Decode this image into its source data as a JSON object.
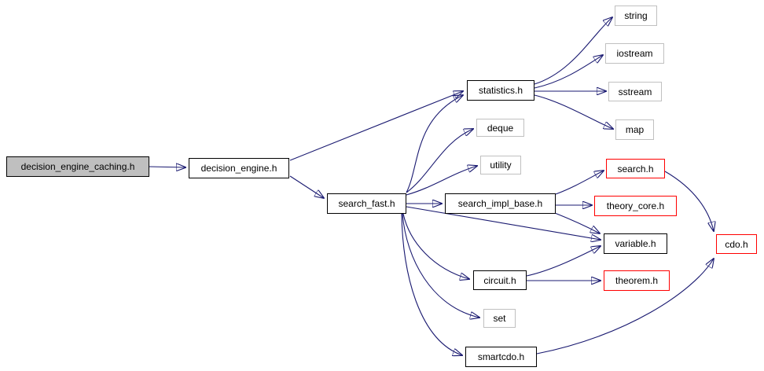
{
  "graph": {
    "type": "include-dependency-graph",
    "colors": {
      "edge": "#191970",
      "node_border": "#000000",
      "external_border": "#c0c0c0",
      "truncated_border": "#ff0000",
      "root_fill": "#bfbfbf",
      "node_fill": "#ffffff",
      "text": "#000000",
      "background": "#ffffff"
    },
    "nodes": [
      {
        "id": "decision_engine_caching",
        "label": "decision_engine_caching.h",
        "kind": "root"
      },
      {
        "id": "decision_engine",
        "label": "decision_engine.h",
        "kind": "internal"
      },
      {
        "id": "search_fast",
        "label": "search_fast.h",
        "kind": "internal"
      },
      {
        "id": "statistics",
        "label": "statistics.h",
        "kind": "internal"
      },
      {
        "id": "deque",
        "label": "deque",
        "kind": "external"
      },
      {
        "id": "utility",
        "label": "utility",
        "kind": "external"
      },
      {
        "id": "search_impl_base",
        "label": "search_impl_base.h",
        "kind": "internal"
      },
      {
        "id": "search",
        "label": "search.h",
        "kind": "truncated"
      },
      {
        "id": "theory_core",
        "label": "theory_core.h",
        "kind": "truncated"
      },
      {
        "id": "variable",
        "label": "variable.h",
        "kind": "internal"
      },
      {
        "id": "circuit",
        "label": "circuit.h",
        "kind": "internal"
      },
      {
        "id": "theorem",
        "label": "theorem.h",
        "kind": "truncated"
      },
      {
        "id": "set",
        "label": "set",
        "kind": "external"
      },
      {
        "id": "smartcdo",
        "label": "smartcdo.h",
        "kind": "internal"
      },
      {
        "id": "cdo",
        "label": "cdo.h",
        "kind": "truncated"
      },
      {
        "id": "string",
        "label": "string",
        "kind": "external"
      },
      {
        "id": "iostream",
        "label": "iostream",
        "kind": "external"
      },
      {
        "id": "sstream",
        "label": "sstream",
        "kind": "external"
      },
      {
        "id": "map",
        "label": "map",
        "kind": "external"
      }
    ],
    "edges": [
      {
        "from": "decision_engine_caching",
        "to": "decision_engine"
      },
      {
        "from": "decision_engine",
        "to": "statistics"
      },
      {
        "from": "decision_engine",
        "to": "search_fast"
      },
      {
        "from": "search_fast",
        "to": "statistics"
      },
      {
        "from": "search_fast",
        "to": "deque"
      },
      {
        "from": "search_fast",
        "to": "utility"
      },
      {
        "from": "search_fast",
        "to": "search_impl_base"
      },
      {
        "from": "search_fast",
        "to": "variable"
      },
      {
        "from": "search_fast",
        "to": "circuit"
      },
      {
        "from": "search_fast",
        "to": "set"
      },
      {
        "from": "search_fast",
        "to": "smartcdo"
      },
      {
        "from": "statistics",
        "to": "string"
      },
      {
        "from": "statistics",
        "to": "iostream"
      },
      {
        "from": "statistics",
        "to": "sstream"
      },
      {
        "from": "statistics",
        "to": "map"
      },
      {
        "from": "search_impl_base",
        "to": "search"
      },
      {
        "from": "search_impl_base",
        "to": "theory_core"
      },
      {
        "from": "search_impl_base",
        "to": "variable"
      },
      {
        "from": "circuit",
        "to": "variable"
      },
      {
        "from": "circuit",
        "to": "theorem"
      },
      {
        "from": "search",
        "to": "cdo"
      },
      {
        "from": "smartcdo",
        "to": "cdo"
      }
    ]
  }
}
